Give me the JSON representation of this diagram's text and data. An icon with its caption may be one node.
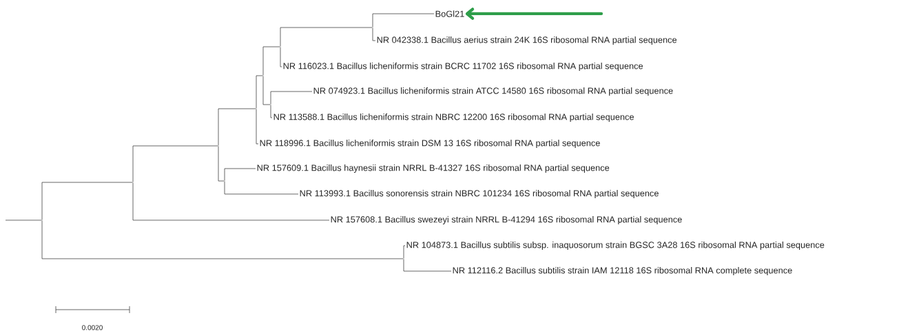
{
  "diagram": {
    "nodes": [
      {
        "text": [
          "BoGl21"
        ]
      },
      {
        "text": [
          "NR 042338.1 Bacillus aerius strain 24K 16S ribosomal RNA partial sequence"
        ]
      },
      {
        "text": [
          "NR 116023.1 Bacillus licheniformis strain BCRC 11702 16S ribosomal RNA partial sequence"
        ]
      },
      {
        "text": [
          "NR 074923.1 Bacillus licheniformis strain ATCC 14580 16S ribosomal RNA partial sequence"
        ]
      },
      {
        "text": [
          "NR 113588.1 Bacillus licheniformis strain NBRC 12200 16S ribosomal RNA partial sequence"
        ]
      },
      {
        "text": [
          "NR 118996.1 Bacillus licheniformis strain DSM 13 16S ribosomal RNA partial sequence"
        ]
      },
      {
        "text": [
          "NR 157609.1 Bacillus haynesii strain NRRL B-41327 16S ribosomal RNA partial sequence"
        ]
      },
      {
        "text": [
          "NR 113993.1 Bacillus sonorensis strain NBRC 101234 16S ribosomal RNA partial sequence"
        ]
      },
      {
        "text": [
          "NR 157608.1 Bacillus swezeyi strain NRRL B-41294 16S ribosomal RNA partial sequence"
        ]
      },
      {
        "text": [
          "NR 104873.1 Bacillus subtilis subsp. inaquosorum strain BGSC 3A28 16S ribosomal RNA partial sequence"
        ]
      },
      {
        "text": [
          "NR 112116.2 Bacillus subtilis strain IAM 12118 16S ribosomal RNA complete sequence"
        ]
      },
      {
        "text": [],
        "shape": "point"
      },
      {
        "text": [],
        "shape": "point"
      },
      {
        "text": [],
        "shape": "point"
      },
      {
        "text": [],
        "shape": "point"
      },
      {
        "text": [],
        "shape": "point"
      },
      {
        "text": [],
        "shape": "point"
      },
      {
        "text": [],
        "shape": "point"
      },
      {
        "text": [],
        "shape": "point"
      },
      {
        "text": [],
        "shape": "point"
      },
      {
        "text": [],
        "shape": "point"
      }
    ],
    "edges": [
      {
        "from": null,
        "to": 0,
        "arrow": "to",
        "style": "thick",
        "color": "#2e9e4a"
      },
      {
        "from": null,
        "to": 11,
        "arrow": "none"
      },
      {
        "from": 11,
        "to": 13,
        "arrow": "none"
      },
      {
        "from": 11,
        "to": 12,
        "arrow": "none"
      },
      {
        "from": 12,
        "to": 9,
        "arrow": "none"
      },
      {
        "from": 12,
        "to": 10,
        "arrow": "none"
      },
      {
        "from": 13,
        "to": 14,
        "arrow": "none"
      },
      {
        "from": 13,
        "to": 8,
        "arrow": "none"
      },
      {
        "from": 14,
        "to": 15,
        "arrow": "none"
      },
      {
        "from": 14,
        "to": 16,
        "arrow": "none"
      },
      {
        "from": 16,
        "to": 6,
        "arrow": "none"
      },
      {
        "from": 16,
        "to": 7,
        "arrow": "none"
      },
      {
        "from": 15,
        "to": 17,
        "arrow": "none"
      },
      {
        "from": 15,
        "to": 5,
        "arrow": "none"
      },
      {
        "from": 17,
        "to": 18,
        "arrow": "none"
      },
      {
        "from": 17,
        "to": 19,
        "arrow": "none"
      },
      {
        "from": 19,
        "to": 3,
        "arrow": "none"
      },
      {
        "from": 19,
        "to": 4,
        "arrow": "none"
      },
      {
        "from": 18,
        "to": 20,
        "arrow": "none"
      },
      {
        "from": 18,
        "to": 2,
        "arrow": "none"
      },
      {
        "from": 20,
        "to": 0,
        "arrow": "none"
      },
      {
        "from": 20,
        "to": 1,
        "arrow": "none"
      }
    ],
    "labels": [
      "0.0020"
    ]
  }
}
